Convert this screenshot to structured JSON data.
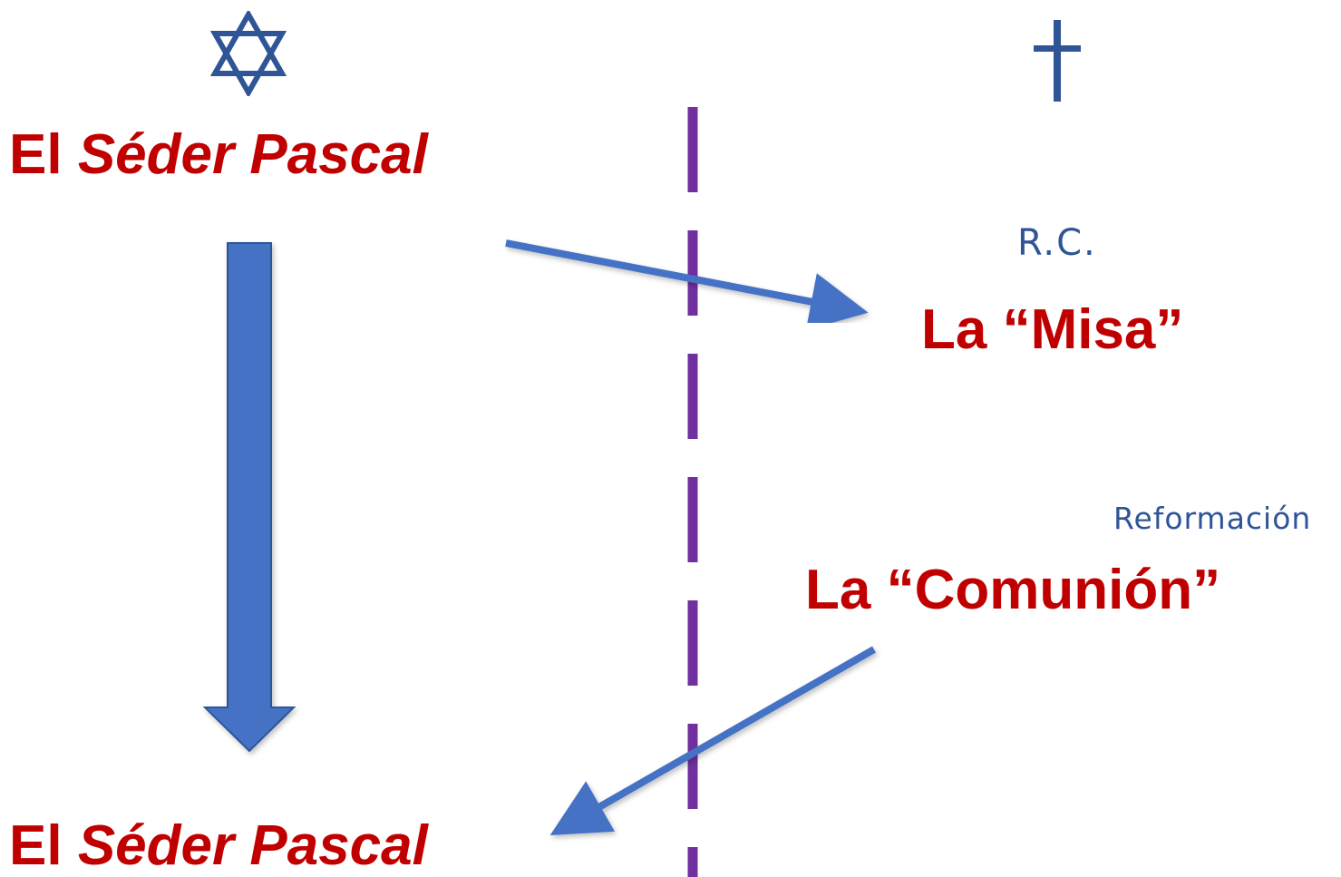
{
  "labels": {
    "seder_top": {
      "plain": "El ",
      "italic": "Séder Pascal"
    },
    "seder_bottom": {
      "plain": "El ",
      "italic": "Séder Pascal"
    },
    "misa": "La “Misa”",
    "comunion": "La “Comunión”"
  },
  "notes": {
    "rc": "R.C.",
    "reform": "Reformación"
  },
  "icons": {
    "left_symbol": "star-of-david-icon",
    "right_symbol": "latin-cross-icon"
  },
  "colors": {
    "label_red": "#c00000",
    "arrow_blue": "#4472c4",
    "divider_purple": "#7030a0",
    "icon_blue": "#2f5597",
    "note_blue": "#2f5597"
  }
}
